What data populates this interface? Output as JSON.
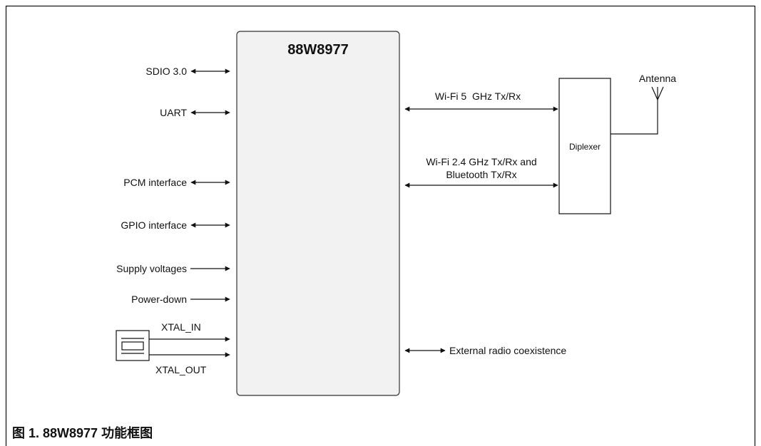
{
  "diagram": {
    "chip_title": "88W8977",
    "left_ports": [
      {
        "label": "SDIO 3.0",
        "direction": "bidirectional"
      },
      {
        "label": "UART",
        "direction": "bidirectional"
      },
      {
        "label": "PCM interface",
        "direction": "bidirectional"
      },
      {
        "label": "GPIO interface",
        "direction": "bidirectional"
      },
      {
        "label": "Supply voltages",
        "direction": "input"
      },
      {
        "label": "Power-down",
        "direction": "input"
      }
    ],
    "crystal": {
      "xtal_in": "XTAL_IN",
      "xtal_out": "XTAL_OUT"
    },
    "right_links": {
      "wifi5": "Wi-Fi 5  GHz Tx/Rx",
      "wifi24_line1": "Wi-Fi 2.4 GHz Tx/Rx and",
      "wifi24_line2": "Bluetooth Tx/Rx",
      "coex": "External radio coexistence"
    },
    "diplexer": "Diplexer",
    "antenna": "Antenna"
  },
  "caption": "图 1. 88W8977 功能框图",
  "colors": {
    "line": "#111111",
    "chip_fill": "#f2f2f2",
    "background": "#ffffff"
  }
}
